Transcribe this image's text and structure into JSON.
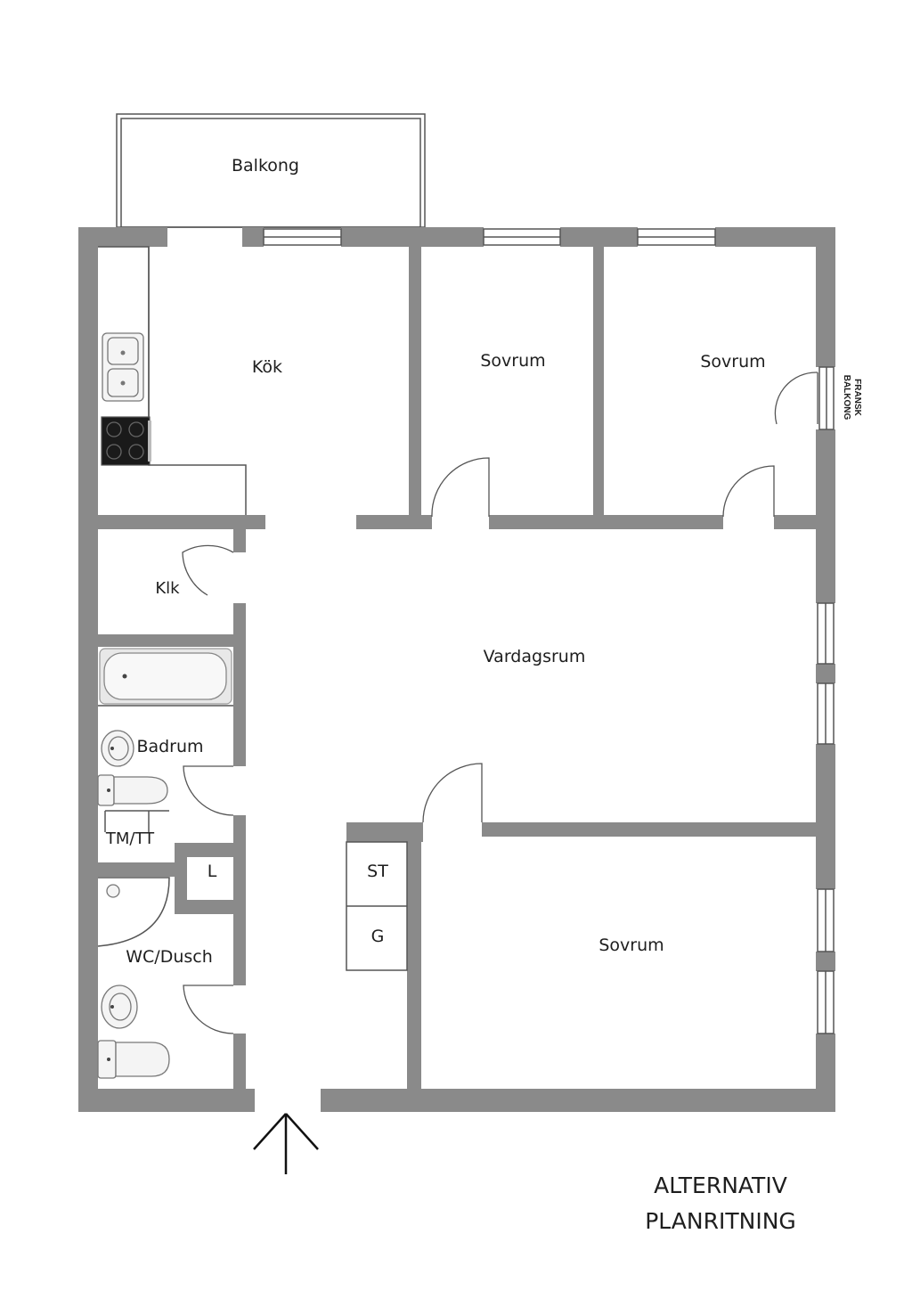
{
  "rooms": {
    "balkong": "Balkong",
    "kok": "Kök",
    "sovrum_1": "Sovrum",
    "sovrum_2": "Sovrum",
    "klk": "Klk",
    "vardagsrum": "Vardagsrum",
    "badrum": "Badrum",
    "tm_tt": "TM/TT",
    "l": "L",
    "st": "ST",
    "g": "G",
    "wc_dusch": "WC/Dusch",
    "sovrum_3": "Sovrum"
  },
  "fransk_balkong": [
    "FRANSK",
    "BALKONG"
  ],
  "title": [
    "ALTERNATIV",
    "PLANRITNING"
  ],
  "colors": {
    "wall": "#8a8a8a",
    "line": "#555555",
    "text": "#1e1e1e"
  },
  "icons": [
    "entrance-arrow-icon",
    "sink-icon",
    "stove-icon",
    "bathtub-icon",
    "toilet-icon",
    "washbasin-icon"
  ]
}
